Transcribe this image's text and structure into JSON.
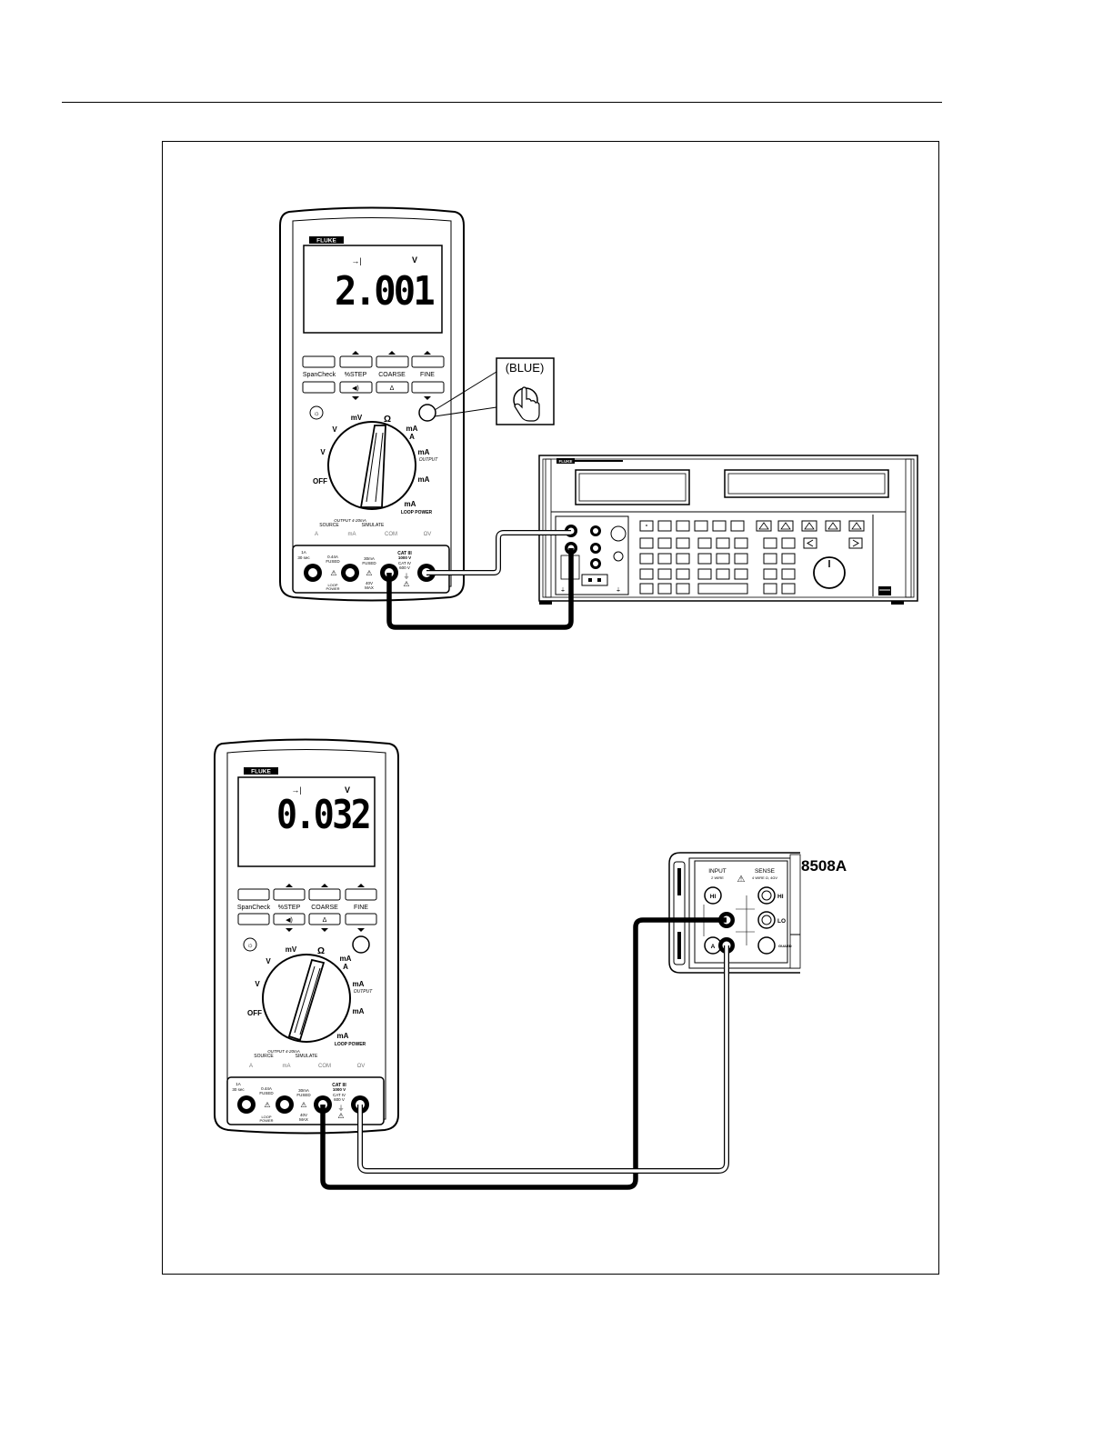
{
  "meter_top": {
    "brand": "FLUKE",
    "reading": "2.001",
    "unit": "V",
    "button_labels": [
      "SpanCheck",
      "%STEP",
      "COARSE",
      "FINE"
    ],
    "dial": {
      "mv": "mV",
      "v_dc": "V",
      "v_ac": "V",
      "ohm": "Ω",
      "ma_a": "mA",
      "a": "A",
      "ma_out": "mA",
      "output": "OUTPUT",
      "ma_sim": "mA",
      "ma_loop": "mA",
      "loop_power": "LOOP POWER",
      "off": "OFF"
    },
    "mode_strip": {
      "title": "OUTPUT 4-20mA",
      "source": "SOURCE",
      "simulate": "SIMULATE",
      "a": "A",
      "ma": "mA",
      "com": "COM",
      "ohm_v": "ΩV"
    },
    "jack_labels": {
      "one_a": "1A",
      "thirty_sec": "30 sec",
      "fuse_a": "0.44A",
      "fused_a": "FUSED",
      "fuse_b": "30mA",
      "fused_b": "FUSED",
      "cat1": "CAT III",
      "v1": "1000 V",
      "cat2": "CAT IV",
      "v2": "600 V",
      "max_v": "40V",
      "max": "MAX",
      "loop": "LOOP",
      "power": "POWER"
    },
    "callout": "(BLUE)"
  },
  "meter_bottom": {
    "brand": "FLUKE",
    "reading": "0.032",
    "unit": "V",
    "button_labels": [
      "SpanCheck",
      "%STEP",
      "COARSE",
      "FINE"
    ],
    "dial": {
      "mv": "mV",
      "v_dc": "V",
      "v_ac": "V",
      "ohm": "Ω",
      "ma_a": "mA",
      "a": "A",
      "ma_out": "mA",
      "output": "OUTPUT",
      "ma_sim": "mA",
      "ma_loop": "mA",
      "loop_power": "LOOP POWER",
      "off": "OFF"
    },
    "mode_strip": {
      "title": "OUTPUT 4-20mA",
      "source": "SOURCE",
      "simulate": "SIMULATE",
      "a": "A",
      "ma": "mA",
      "com": "COM",
      "ohm_v": "ΩV"
    },
    "jack_labels": {
      "one_a": "1A",
      "thirty_sec": "30 sec",
      "fuse_a": "0.44A",
      "fused_a": "FUSED",
      "fuse_b": "30mA",
      "fused_b": "FUSED",
      "cat1": "CAT III",
      "v1": "1000 V",
      "cat2": "CAT IV",
      "v2": "600 V",
      "max_v": "40V",
      "max": "MAX",
      "loop": "LOOP",
      "power": "POWER"
    }
  },
  "calibrator": {
    "brand": "FLUKE"
  },
  "dmm_8508a": {
    "model": "8508A",
    "input": "INPUT",
    "input_sub": "2 WIRE",
    "sense": "SENSE",
    "sense_sub": "4 WIRE Ω, 4ΩV",
    "hi": "HI",
    "lo": "LO",
    "guard": "GUARD",
    "a": "A"
  }
}
